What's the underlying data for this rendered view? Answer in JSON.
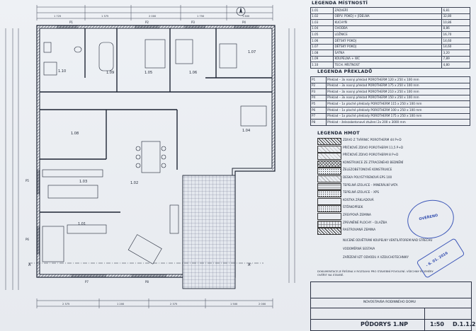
{
  "sheet": {
    "room_legend_title": "LEGENDA MÍSTNOSTÍ",
    "rooms": [
      {
        "no": "1.01",
        "name": "ZÁDVEŘÍ",
        "area": "6,81"
      },
      {
        "no": "1.02",
        "name": "OBÝV. POKOJ + JÍDELNA",
        "area": "32,80"
      },
      {
        "no": "1.03",
        "name": "KUCHYŇ",
        "area": "10,86"
      },
      {
        "no": "1.04",
        "name": "CHODBA",
        "area": "8,86"
      },
      {
        "no": "1.05",
        "name": "LOŽNICE",
        "area": "16,70"
      },
      {
        "no": "1.06",
        "name": "DĚTSKÝ POKOJ",
        "area": "14,60"
      },
      {
        "no": "1.07",
        "name": "DĚTSKÝ POKOJ",
        "area": "14,60"
      },
      {
        "no": "1.08",
        "name": "ŠATNA",
        "area": "3,20"
      },
      {
        "no": "1.09",
        "name": "KOUPELNA + WC",
        "area": "7,89"
      },
      {
        "no": "1.10",
        "name": "TECH. MÍSTNOST",
        "area": "4,80"
      }
    ],
    "lintel_legend_title": "LEGENDA PŘEKLADŮ",
    "lintels": [
      {
        "id": "P1",
        "desc": "Překlad – 3x nosný překlad POROTHERM 120 x 250 x 100 mm"
      },
      {
        "id": "P2",
        "desc": "Překlad – 3x nosný překlad POROTHERM 175 x 250 x 100 mm"
      },
      {
        "id": "P3",
        "desc": "Překlad – 3x nosný překlad POROTHERM 210 x 250 x 100 mm"
      },
      {
        "id": "P4",
        "desc": "Překlad – 3x nosný překlad POROTHERM 150 x 250 x 100 mm"
      },
      {
        "id": "P5",
        "desc": "Překlad – 1x ploché překlady POROTHERM 115 x 250 x 100 mm"
      },
      {
        "id": "P6",
        "desc": "Překlad – 1x ploché překlady POROTHERM 100 x 250 x 100 mm"
      },
      {
        "id": "P7",
        "desc": "Překlad – 1x ploché překlady POROTHERM 175 x 250 x 100 mm"
      },
      {
        "id": "P8",
        "desc": "Překlad – železobetonové ztužení 2x 200 x 3000 mm"
      }
    ],
    "material_legend_title": "LEGENDA HMOT",
    "materials": [
      {
        "desc": "ZDIVO Z TVÁRNIC POROTHERM 44 P+D",
        "pattern": "hatch"
      },
      {
        "desc": "PŘÍČKOVÉ ZDIVO POROTHERM 11,5 P+D",
        "pattern": "light"
      },
      {
        "desc": "PŘÍČKOVÉ ZDIVO POROTHERM 8 P+D",
        "pattern": "light"
      },
      {
        "desc": "KONSTRUKCE ZE ZTRACENÉHO BEDNĚNÍ",
        "pattern": "cross"
      },
      {
        "desc": "ŽELEZOBETONOVÉ KONSTRUKCE",
        "pattern": "dots"
      },
      {
        "desc": "DESKA POLYSTYRENOVÁ EPS 100",
        "pattern": "light"
      },
      {
        "desc": "TEPELNÁ IZOLACE – MINERÁLNÍ VATA",
        "pattern": "wave"
      },
      {
        "desc": "TEPELNÁ IZOLACE – XPS",
        "pattern": "dots"
      },
      {
        "desc": "KOSTKA ZÁKLADOVÁ",
        "pattern": "plain"
      },
      {
        "desc": "ŠTĚRKOPÍSEK",
        "pattern": "dots"
      },
      {
        "desc": "ZÁSYPOVÁ ZEMINA",
        "pattern": "plain"
      },
      {
        "desc": "ZPEVNĚNÉ PLOCHY – DLAŽBA",
        "pattern": "grid"
      },
      {
        "desc": "RASTROVANÁ ZEMINA",
        "pattern": "hatch"
      }
    ],
    "notes": [
      "NUCENÉ ODVĚTRÁNÍ KOUPELNY VENTILÁTOREM NAD STŘECHU",
      "VODOMĚRNÁ SESTAVA",
      "ZAŘÍZENÍ VZT ODVODU A VZDUCHOTECHNIKY"
    ],
    "footer_note": "DOKUMENTACE JE ŘEŠENA V ROZSAHU PRO STAVEBNÍ POVOLENÍ. VŠECHNY ROZMĚRY OVĚŘIT NA STAVBĚ.",
    "title_block": {
      "drawing_title": "NOVOSTAVBA RODINNÉHO DOMU",
      "drawing_name": "PŮDORYS 1.NP",
      "scale": "1:50",
      "sheet_no": "D.1.1.2",
      "stamp_text": "OVĚŘENO",
      "stamp_date": "- 6. 01. 2016"
    },
    "plan": {
      "room_labels": [
        "1.01",
        "1.02",
        "1.03",
        "1.04",
        "1.05",
        "1.06",
        "1.07",
        "1.08",
        "1.09",
        "1.10"
      ],
      "section_marks": [
        "A",
        "A'"
      ],
      "lintel_marks": [
        "P1",
        "P2",
        "P3",
        "P4",
        "P5",
        "P6",
        "P7",
        "P8"
      ],
      "dims_top": [
        "1 725",
        "1 375",
        "2 000",
        "1 750",
        "1 600"
      ],
      "dims_bottom": [
        "2 375",
        "1 200",
        "2 375",
        "1 500",
        "2 000"
      ]
    }
  }
}
